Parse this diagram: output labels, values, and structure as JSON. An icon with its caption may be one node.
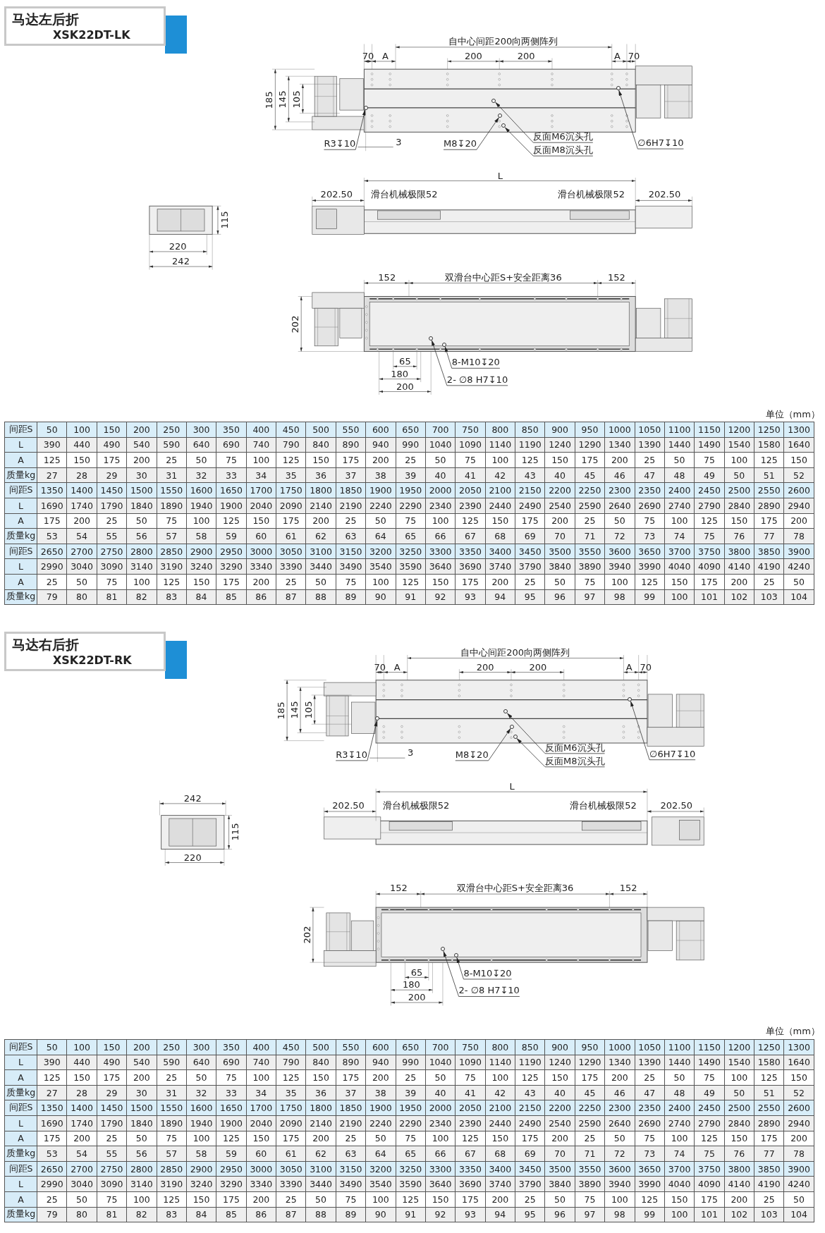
{
  "diagram": {
    "nodes": [
      {
        "text": [
          "马达左后折",
          "XSK22DT-LK"
        ]
      },
      {
        "text": [
          "R3↧10"
        ]
      },
      {
        "text": [
          "M8↧20"
        ]
      },
      {
        "text": [
          "反面M6沉头孔"
        ]
      },
      {
        "text": [
          "反面M8沉头孔"
        ]
      },
      {
        "text": [
          "∅6H7↧10"
        ]
      },
      {
        "text": [
          "8-M10↧20"
        ]
      },
      {
        "text": [
          "2- ∅8 H7↧10"
        ]
      },
      {
        "text": [
          "马达右后折",
          "XSK22DT-RK"
        ]
      },
      {
        "text": [
          "R3↧10"
        ]
      },
      {
        "text": [
          "M8↧20"
        ]
      },
      {
        "text": [
          "反面M6沉头孔"
        ]
      },
      {
        "text": [
          "反面M8沉头孔"
        ]
      },
      {
        "text": [
          "∅6H7↧10"
        ]
      },
      {
        "text": [
          "8-M10↧20"
        ]
      },
      {
        "text": [
          "2- ∅8 H7↧10"
        ]
      },
      {
        "text": [],
        "shape": "circle"
      },
      {
        "text": [],
        "shape": "circle"
      },
      {
        "text": [],
        "shape": "circle"
      },
      {
        "text": [],
        "shape": "circle"
      },
      {
        "text": [],
        "shape": "circle"
      },
      {
        "text": [],
        "shape": "circle"
      },
      {
        "text": [],
        "shape": "circle"
      },
      {
        "text": [],
        "shape": "circle"
      },
      {
        "text": [],
        "shape": "circle"
      },
      {
        "text": [],
        "shape": "circle"
      },
      {
        "text": [],
        "shape": "circle"
      },
      {
        "text": [],
        "shape": "circle"
      },
      {
        "text": [],
        "shape": "circle"
      },
      {
        "text": [],
        "shape": "circle"
      }
    ],
    "edges": [
      {
        "from": 1,
        "to": 16,
        "arrow": "to"
      },
      {
        "from": 2,
        "to": 17,
        "arrow": "to"
      },
      {
        "from": 3,
        "to": 18,
        "arrow": "to"
      },
      {
        "from": 4,
        "to": 19,
        "arrow": "to"
      },
      {
        "from": 5,
        "to": 20,
        "arrow": "to"
      },
      {
        "from": 6,
        "to": 21,
        "arrow": "to"
      },
      {
        "from": 7,
        "to": 22,
        "arrow": "to"
      },
      {
        "from": 9,
        "to": 23,
        "arrow": "to"
      },
      {
        "from": 10,
        "to": 24,
        "arrow": "to"
      },
      {
        "from": 11,
        "to": 25,
        "arrow": "to"
      },
      {
        "from": 12,
        "to": 26,
        "arrow": "to"
      },
      {
        "from": 13,
        "to": 27,
        "arrow": "to"
      },
      {
        "from": 14,
        "to": 28,
        "arrow": "to"
      },
      {
        "from": 15,
        "to": 29,
        "arrow": "to"
      }
    ],
    "labels": [
      "自中心间距200向两侧阵列",
      "70",
      "A",
      "200",
      "200",
      "A",
      "70",
      "185",
      "145",
      "105",
      "3",
      "L",
      "202.50",
      "滑台机械极限52",
      "滑台机械极限52",
      "202.50",
      "115",
      "220",
      "242",
      "152",
      "双滑台中心距S+安全距离36",
      "152",
      "202",
      "65",
      "180",
      "200",
      "单位（mm）",
      "间距S",
      "50",
      "100",
      "150",
      "200",
      "250",
      "300",
      "350",
      "400",
      "450",
      "500",
      "550",
      "600",
      "650",
      "700",
      "750",
      "800",
      "850",
      "900",
      "950",
      "1000",
      "1050",
      "1100",
      "1150",
      "1200",
      "1250",
      "1300",
      "L",
      "390",
      "440",
      "490",
      "540",
      "590",
      "640",
      "690",
      "740",
      "790",
      "840",
      "890",
      "940",
      "990",
      "1040",
      "1090",
      "1140",
      "1190",
      "1240",
      "1290",
      "1340",
      "1390",
      "1440",
      "1490",
      "1540",
      "1580",
      "1640",
      "A",
      "125",
      "150",
      "175",
      "200",
      "25",
      "50",
      "75",
      "100",
      "125",
      "150",
      "175",
      "200",
      "25",
      "50",
      "75",
      "100",
      "125",
      "150",
      "175",
      "200",
      "25",
      "50",
      "75",
      "100",
      "125",
      "150",
      "质量kg",
      "27",
      "28",
      "29",
      "30",
      "31",
      "32",
      "33",
      "34",
      "35",
      "36",
      "37",
      "38",
      "39",
      "40",
      "41",
      "42",
      "43",
      "40",
      "45",
      "46",
      "47",
      "48",
      "49",
      "50",
      "51",
      "52",
      "间距S",
      "1350",
      "1400",
      "1450",
      "1500",
      "1550",
      "1600",
      "1650",
      "1700",
      "1750",
      "1800",
      "1850",
      "1900",
      "1950",
      "2000",
      "2050",
      "2100",
      "2150",
      "2200",
      "2250",
      "2300",
      "2350",
      "2400",
      "2450",
      "2500",
      "2550",
      "2600",
      "L",
      "1690",
      "1740",
      "1790",
      "1840",
      "1890",
      "1940",
      "1900",
      "2040",
      "2090",
      "2140",
      "2190",
      "2240",
      "2290",
      "2340",
      "2390",
      "2440",
      "2490",
      "2540",
      "2590",
      "2640",
      "2690",
      "2740",
      "2790",
      "2840",
      "2890",
      "2940",
      "A",
      "175",
      "200",
      "25",
      "50",
      "75",
      "100",
      "125",
      "150",
      "175",
      "200",
      "25",
      "50",
      "75",
      "100",
      "125",
      "150",
      "175",
      "200",
      "25",
      "50",
      "75",
      "100",
      "125",
      "150",
      "175",
      "200",
      "质量kg",
      "53",
      "54",
      "55",
      "56",
      "57",
      "58",
      "59",
      "60",
      "61",
      "62",
      "63",
      "64",
      "65",
      "66",
      "67",
      "68",
      "69",
      "70",
      "71",
      "72",
      "73",
      "74",
      "75",
      "76",
      "77",
      "78",
      "间距S",
      "2650",
      "2700",
      "2750",
      "2800",
      "2850",
      "2900",
      "2950",
      "3000",
      "3050",
      "3100",
      "3150",
      "3200",
      "3250",
      "3300",
      "3350",
      "3400",
      "3450",
      "3500",
      "3550",
      "3600",
      "3650",
      "3700",
      "3750",
      "3800",
      "3850",
      "3900",
      "L",
      "2990",
      "3040",
      "3090",
      "3140",
      "3190",
      "3240",
      "3290",
      "3340",
      "3390",
      "3440",
      "3490",
      "3540",
      "3590",
      "3640",
      "3690",
      "3740",
      "3790",
      "3840",
      "3890",
      "3940",
      "3990",
      "4040",
      "4090",
      "4140",
      "4190",
      "4240",
      "A",
      "25",
      "50",
      "75",
      "100",
      "125",
      "150",
      "175",
      "200",
      "25",
      "50",
      "75",
      "100",
      "125",
      "150",
      "175",
      "200",
      "25",
      "50",
      "75",
      "100",
      "125",
      "150",
      "175",
      "200",
      "25",
      "50",
      "质量kg",
      "79",
      "80",
      "81",
      "82",
      "83",
      "84",
      "85",
      "86",
      "87",
      "88",
      "89",
      "90",
      "91",
      "92",
      "93",
      "94",
      "95",
      "96",
      "97",
      "98",
      "99",
      "100",
      "101",
      "102",
      "103",
      "104",
      "自中心间距200向两侧阵列",
      "70",
      "A",
      "200",
      "200",
      "A",
      "70",
      "185",
      "145",
      "105",
      "3",
      "L",
      "202.50",
      "滑台机械极限52",
      "滑台机械极限52",
      "202.50",
      "242",
      "115",
      "220",
      "152",
      "双滑台中心距S+安全距离36",
      "152",
      "202",
      "65",
      "180",
      "200",
      "单位（mm）",
      "间距S",
      "50",
      "100",
      "150",
      "200",
      "250",
      "300",
      "350",
      "400",
      "450",
      "500",
      "550",
      "600",
      "650",
      "700",
      "750",
      "800",
      "850",
      "900",
      "950",
      "1000",
      "1050",
      "1100",
      "1150",
      "1200",
      "1250",
      "1300",
      "L",
      "390",
      "440",
      "490",
      "540",
      "590",
      "640",
      "690",
      "740",
      "790",
      "840",
      "890",
      "940",
      "990",
      "1040",
      "1090",
      "1140",
      "1190",
      "1240",
      "1290",
      "1340",
      "1390",
      "1440",
      "1490",
      "1540",
      "1580",
      "1640",
      "A",
      "125",
      "150",
      "175",
      "200",
      "25",
      "50",
      "75",
      "100",
      "125",
      "150",
      "175",
      "200",
      "25",
      "50",
      "75",
      "100",
      "125",
      "150",
      "175",
      "200",
      "25",
      "50",
      "75",
      "100",
      "125",
      "150",
      "质量kg",
      "27",
      "28",
      "29",
      "30",
      "31",
      "32",
      "33",
      "34",
      "35",
      "36",
      "37",
      "38",
      "39",
      "40",
      "41",
      "42",
      "43",
      "40",
      "45",
      "46",
      "47",
      "48",
      "49",
      "50",
      "51",
      "52",
      "间距S",
      "1350",
      "1400",
      "1450",
      "1500",
      "1550",
      "1600",
      "1650",
      "1700",
      "1750",
      "1800",
      "1850",
      "1900",
      "1950",
      "2000",
      "2050",
      "2100",
      "2150",
      "2200",
      "2250",
      "2300",
      "2350",
      "2400",
      "2450",
      "2500",
      "2550",
      "2600",
      "L",
      "1690",
      "1740",
      "1790",
      "1840",
      "1890",
      "1940",
      "1900",
      "2040",
      "2090",
      "2140",
      "2190",
      "2240",
      "2290",
      "2340",
      "2390",
      "2440",
      "2490",
      "2540",
      "2590",
      "2640",
      "2690",
      "2740",
      "2790",
      "2840",
      "2890",
      "2940",
      "A",
      "175",
      "200",
      "25",
      "50",
      "75",
      "100",
      "125",
      "150",
      "175",
      "200",
      "25",
      "50",
      "75",
      "100",
      "125",
      "150",
      "175",
      "200",
      "25",
      "50",
      "75",
      "100",
      "125",
      "150",
      "175",
      "200",
      "质量kg",
      "53",
      "54",
      "55",
      "56",
      "57",
      "58",
      "59",
      "60",
      "61",
      "62",
      "63",
      "64",
      "65",
      "66",
      "67",
      "68",
      "69",
      "70",
      "71",
      "72",
      "73",
      "74",
      "75",
      "76",
      "77",
      "78",
      "间距S",
      "2650",
      "2700",
      "2750",
      "2800",
      "2850",
      "2900",
      "2950",
      "3000",
      "3050",
      "3100",
      "3150",
      "3200",
      "3250",
      "3300",
      "3350",
      "3400",
      "3450",
      "3500",
      "3550",
      "3600",
      "3650",
      "3700",
      "3750",
      "3800",
      "3850",
      "3900",
      "L",
      "2990",
      "3040",
      "3090",
      "3140",
      "3190",
      "3240",
      "3290",
      "3340",
      "3390",
      "3440",
      "3490",
      "3540",
      "3590",
      "3640",
      "3690",
      "3740",
      "3790",
      "3840",
      "3890",
      "3940",
      "3990",
      "4040",
      "4090",
      "4140",
      "4190",
      "4240",
      "A",
      "25",
      "50",
      "75",
      "100",
      "125",
      "150",
      "175",
      "200",
      "25",
      "50",
      "75",
      "100",
      "125",
      "150",
      "175",
      "200",
      "25",
      "50",
      "75",
      "100",
      "125",
      "150",
      "175",
      "200",
      "25",
      "50",
      "质量kg",
      "79",
      "80",
      "81",
      "82",
      "83",
      "84",
      "85",
      "86",
      "87",
      "88",
      "89",
      "90",
      "91",
      "92",
      "93",
      "94",
      "95",
      "96",
      "97",
      "98",
      "99",
      "100",
      "101",
      "102",
      "103",
      "104"
    ]
  }
}
